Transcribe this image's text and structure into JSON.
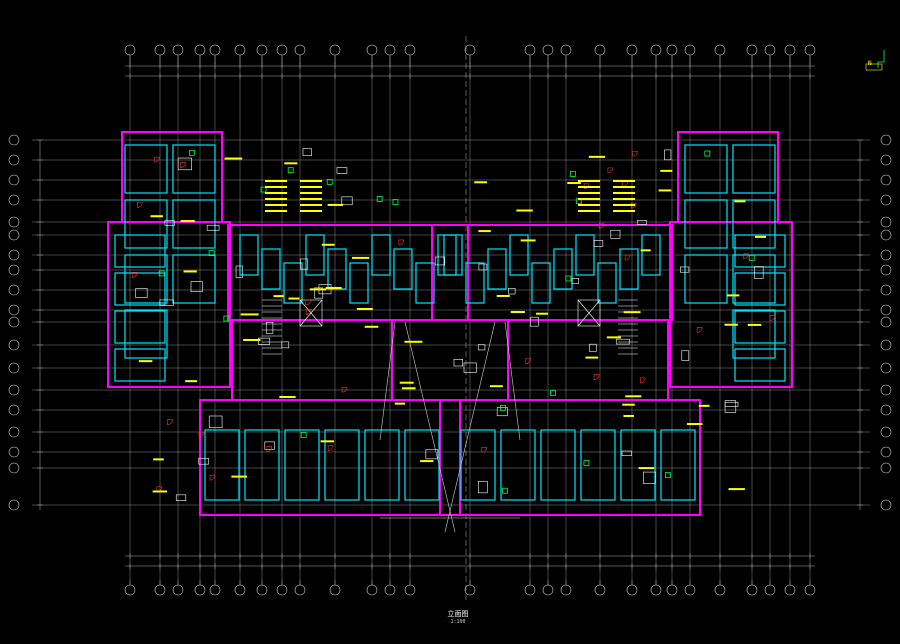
{
  "drawing": {
    "title": "立面图",
    "scale": "1:100",
    "north_tag": "N"
  },
  "colors": {
    "background": "#000000",
    "wall": "#ff00ff",
    "partition": "#00e5ff",
    "fixture": "#ffffff",
    "annotation": "#ffff00",
    "axis_grid": "#9a9a9a",
    "door": "#ff3030",
    "equipment": "#00ff40"
  },
  "symbols": [
    "axis-bubble-icon",
    "door-swing-icon",
    "stair-icon",
    "elevator-icon",
    "north-arrow-icon"
  ]
}
